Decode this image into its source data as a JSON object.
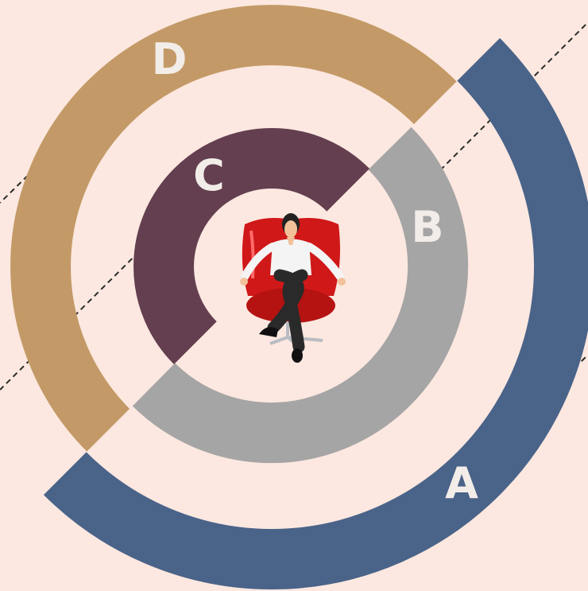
{
  "colors": {
    "background": "#fce8e0",
    "ring_a": "#4a6389",
    "ring_b": "#a6a5a5",
    "ring_c": "#633f4f",
    "ring_d": "#c39a67",
    "label": "#f3ede9",
    "guide_line": "#2b2b2b",
    "chair": "#d01818",
    "suit": "#f4f4f4",
    "trousers": "#2a2a2a"
  },
  "rings": [
    {
      "id": "a",
      "label": "A",
      "color_key": "ring_a"
    },
    {
      "id": "b",
      "label": "B",
      "color_key": "ring_b"
    },
    {
      "id": "c",
      "label": "C",
      "color_key": "ring_c"
    },
    {
      "id": "d",
      "label": "D",
      "color_key": "ring_d"
    }
  ],
  "center_figure": {
    "icon": "seated-businesswoman-icon"
  }
}
